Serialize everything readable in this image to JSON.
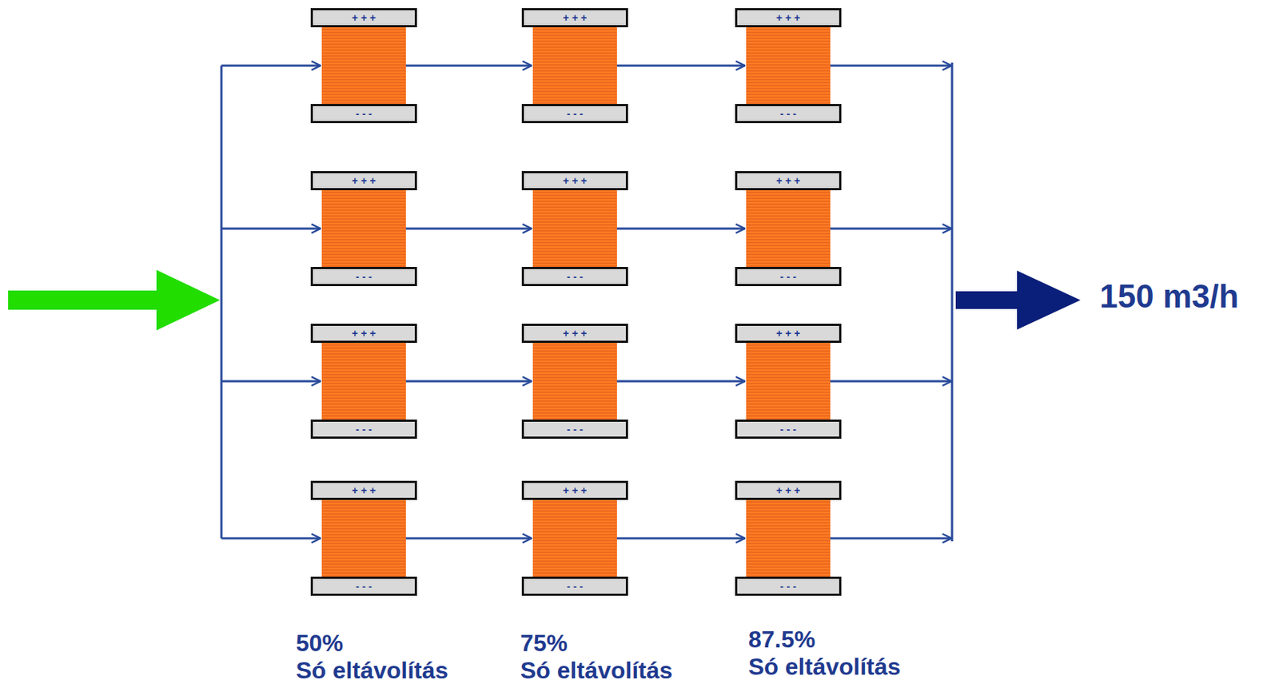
{
  "diagram": {
    "nodes": [
      {
        "text": [
          "+ + +",
          "- - -"
        ]
      },
      {
        "text": [
          "+ + +",
          "- - -"
        ]
      },
      {
        "text": [
          "+ + +",
          "- - -"
        ]
      },
      {
        "text": [
          "+ + +",
          "- - -"
        ]
      },
      {
        "text": [
          "+ + +",
          "- - -"
        ]
      },
      {
        "text": [
          "+ + +",
          "- - -"
        ]
      },
      {
        "text": [
          "+ + +",
          "- - -"
        ]
      },
      {
        "text": [
          "+ + +",
          "- - -"
        ]
      },
      {
        "text": [
          "+ + +",
          "- - -"
        ]
      },
      {
        "text": [
          "+ + +",
          "- - -"
        ]
      },
      {
        "text": [
          "+ + +",
          "- - -"
        ]
      },
      {
        "text": [
          "+ + +",
          "- - -"
        ]
      }
    ],
    "edges": [
      {
        "from": 0,
        "to": 1,
        "arrow": "to"
      },
      {
        "from": 1,
        "to": 2,
        "arrow": "to"
      },
      {
        "from": 3,
        "to": 4,
        "arrow": "to"
      },
      {
        "from": 4,
        "to": 5,
        "arrow": "to"
      },
      {
        "from": 6,
        "to": 7,
        "arrow": "to"
      },
      {
        "from": 7,
        "to": 8,
        "arrow": "to"
      },
      {
        "from": 9,
        "to": 10,
        "arrow": "to"
      },
      {
        "from": 10,
        "to": 11,
        "arrow": "to"
      }
    ],
    "labels": [
      "150 m3/h",
      "50%",
      "Só eltávolítás",
      "75%",
      "Só eltávolítás",
      "87.5%",
      "Só eltávolítás"
    ]
  }
}
